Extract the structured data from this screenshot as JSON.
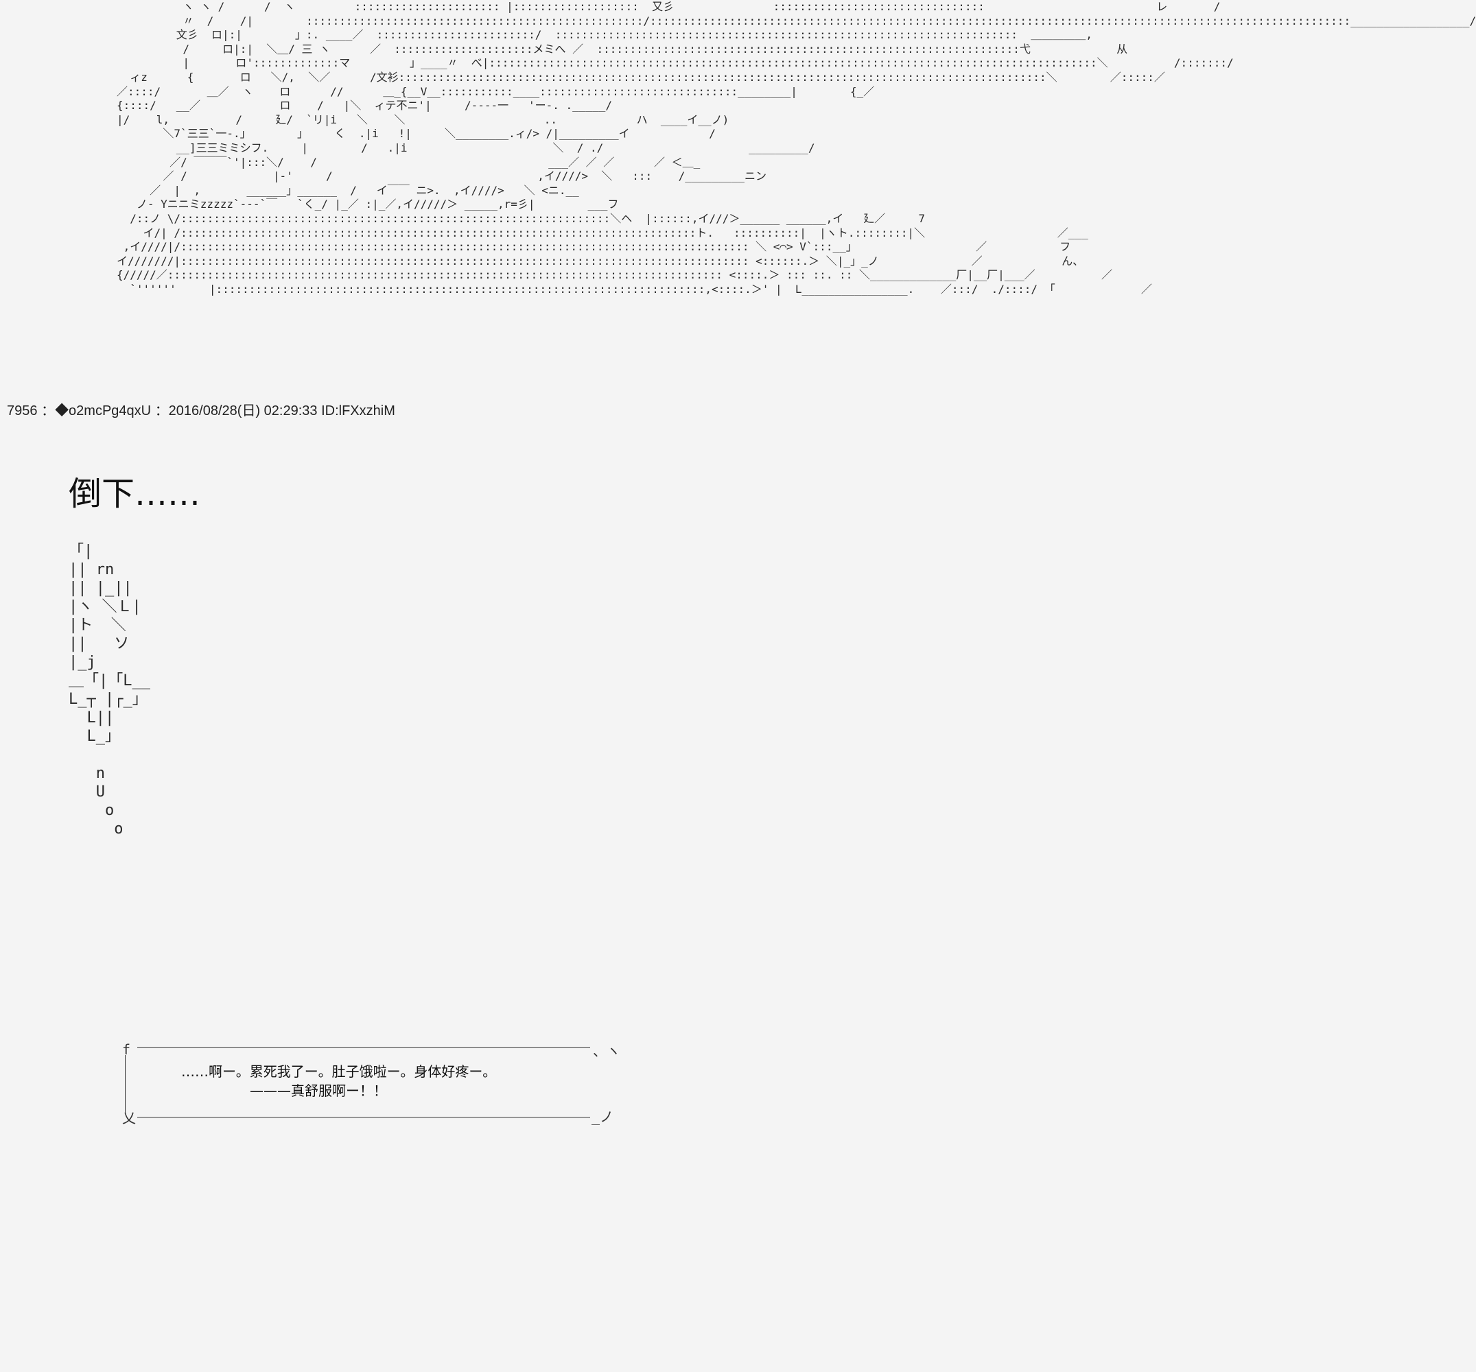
{
  "ascii_art": {
    "lines": [
      "          ヽ ヽ /      /  ヽ         :::::::::::::::::::::: |:::::::::::::::::::  又彡               ::::::::::::::::::::::::::::::::                          レ       /",
      "          〃  /    /|        :::::::::::::::::::::::::::::::::::::::::::::::::::/::::::::::::::::::::::::::::::::::::::::::::::::::::::::::::::::::::::::::::::::::::::::::::::::::::::::::__________________/",
      "         文彡  ロ|:|        」:. ____／  ::::::::::::::::::::::::/  ::::::::::::::::::::::::::::::::::::::::::::::::::::::::::::::::::::::  ＿＿＿＿＿,",
      "          /     ロ|:|  ＼＿/ 三 ヽ      ／  :::::::::::::::::::::メミへ ／  ::::::::::::::::::::::::::::::::::::::::::::::::::::::::::::::::弋             从",
      "          |       ロ':::::::::::::マ         」____〃  べ|::::::::::::::::::::::::::::::::::::::::::::::::::::::::::::::::::::::::::::::::::::::::::::＼          /:::::::/",
      "  ィz      {       ロ   ＼/,  ＼／      /文衫::::::::::::::::::::::::::::::::::::::::::::::::::::::::::::::::::::::::::::::::::::::::::::::::::＼        ／:::::／",
      "／::::/       ＿／  ヽ    ロ      //      ＿_{__V__:::::::::::____::::::::::::::::::::::::::::::________|        {_／",
      "{::::/   __／            ロ    /   |＼  ィテ不ニ'|     /‐‐‐‐一   'ー‐. ._____/",
      "|/    l,          /     廴/  `リ|i   ＼    ＼                     ..            ハ  ____イ__ノ)",
      "       ＼7`三三`一-.」       」    く  .|i   !|     ＼________.ィ/> /|_________イ            /",
      "         __]三三ミミシフ.     |        /   .|i                      ＼  / ./                      _________/",
      "        ／/ ￣￣￣`'|:::＼/    /                                   ___／ ／ ／      ／ ＜＿_",
      "       ／ /             |‐'     /                               ,イ////>  ＼   :::    /_________ニン",
      "     ／  |  ,       ______」______  /   イ￣￣ ニ>.  ,イ////>   ＼ <ニ.__",
      "   ノ‐ Yニニミzzzzz`--‐`￣   `く_/ |_／ :|_／,イ/////＞ _____,r=彡|        ___フ",
      "  /::ノ \\/:::::::::::::::::::::::::::::::::::::::::::::::::::::::::::::::::＼ヘ  |::::::,イ///＞______ ______,イ   廴／     7",
      "    イ/| /::::::::::::::::::::::::::::::::::::::::::::::::::::::::::::::::::::::::::::::ト.   ::::::::::|  |ヽト.::::::::|＼                    ／___",
      " ,イ////|/:::::::::::::::::::::::::::::::::::::::::::::::::::::::::::::::::::::::::::::::::::::: ＼ <⌒> V`:::__」                  ／           フ",
      "イ///////|:::::::::::::::::::::::::::::::::::::::::::::::::::::::::::::::::::::::::::::::::::::: <::::::.＞ ＼|_」_ノ              ／            ん、",
      "{/////／:::::::::::::::::::::::::::::::::::::::::::::::::::::::::::::::::::::::::::::::::::: <::::.＞ ::: ::. :: ＼_____________厂|__厂|___／          ／",
      "  `''''''     |::::::::::::::::::::::::::::::::::::::::::::::::::::::::::::::::::::::::::,<::::.＞' |  L________________.    ／:::/  ./::::/ 「             ／"
    ]
  },
  "post_header": {
    "number": "7956",
    "separator": "：",
    "name": "◆o2mcPg4qxU",
    "datetime": "：2016/08/28(日) 02:29:33",
    "id": "ID:lFXxzhiM"
  },
  "main_text": "倒下……",
  "sfx_art": {
    "lines": [
      "「|",
      "|| rn",
      "|| |_||",
      "|ヽ ＼Ｌ|",
      "|ト  ＼",
      "||   ソ",
      "|_j",
      "＿「|「L__",
      "L_┬ |┌_」",
      "  L||",
      "  L_」",
      "",
      "   n",
      "   U",
      "    o",
      "     o"
    ]
  },
  "speech": {
    "line1": "……啊ー。累死我了ー。肚子饿啦ー。身体好疼ー。",
    "line2": "———真舒服啊ー！！",
    "corner_top_left": "f",
    "corner_top_right": "、ヽ",
    "corner_bottom_left": "乂",
    "corner_bottom_right": "_ノ"
  }
}
